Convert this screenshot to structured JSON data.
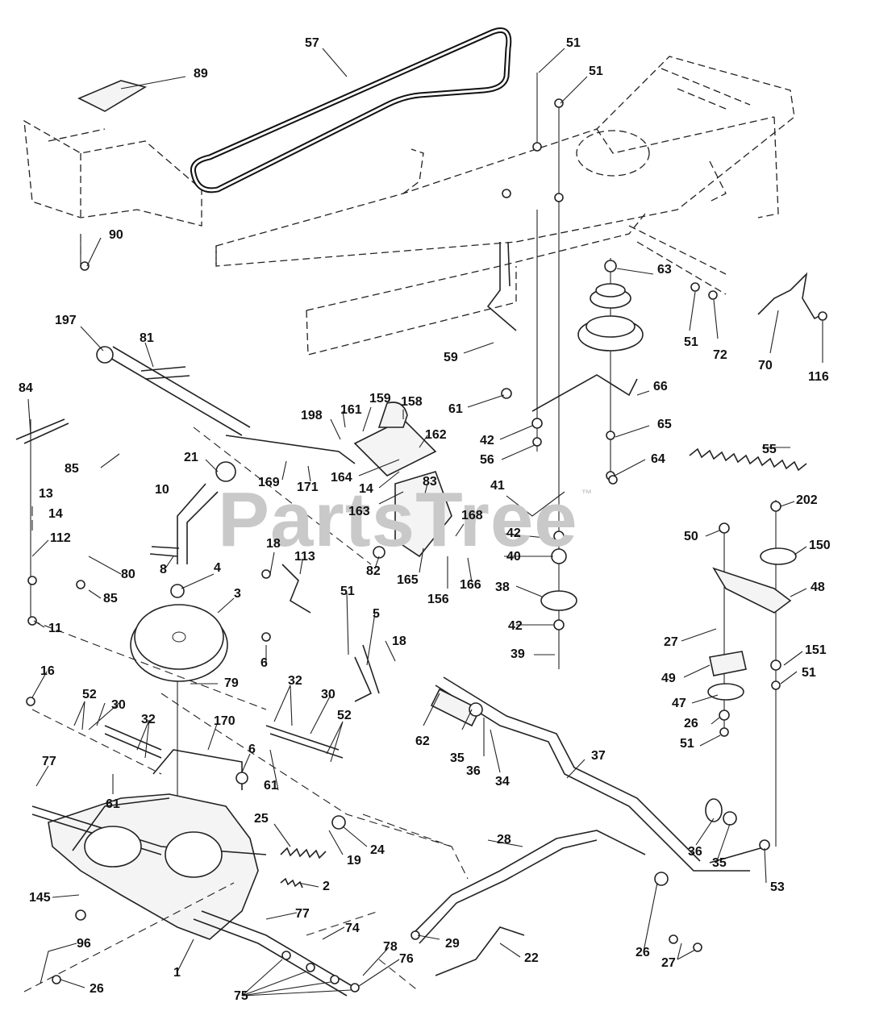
{
  "watermark": "PartsTree",
  "trademark": "™",
  "callouts": [
    "57",
    "89",
    "51",
    "51",
    "90",
    "63",
    "51",
    "72",
    "70",
    "116",
    "197",
    "81",
    "59",
    "66",
    "84",
    "61",
    "42",
    "65",
    "198",
    "161",
    "159",
    "158",
    "162",
    "56",
    "55",
    "64",
    "85",
    "21",
    "169",
    "171",
    "164",
    "14",
    "83",
    "10",
    "41",
    "13",
    "168",
    "202",
    "14",
    "42",
    "50",
    "150",
    "163",
    "112",
    "80",
    "8",
    "82",
    "40",
    "165",
    "166",
    "156",
    "18",
    "113",
    "48",
    "4",
    "38",
    "51",
    "85",
    "3",
    "42",
    "27",
    "11",
    "18",
    "5",
    "151",
    "39",
    "51",
    "6",
    "16",
    "79",
    "49",
    "32",
    "30",
    "52",
    "30",
    "47",
    "62",
    "32",
    "26",
    "52",
    "170",
    "35",
    "36",
    "34",
    "37",
    "51",
    "77",
    "6",
    "61",
    "61",
    "25",
    "24",
    "36",
    "28",
    "19",
    "2",
    "35",
    "53",
    "145",
    "77",
    "74",
    "29",
    "96",
    "22",
    "78",
    "76",
    "26",
    "27",
    "1",
    "26",
    "75"
  ]
}
